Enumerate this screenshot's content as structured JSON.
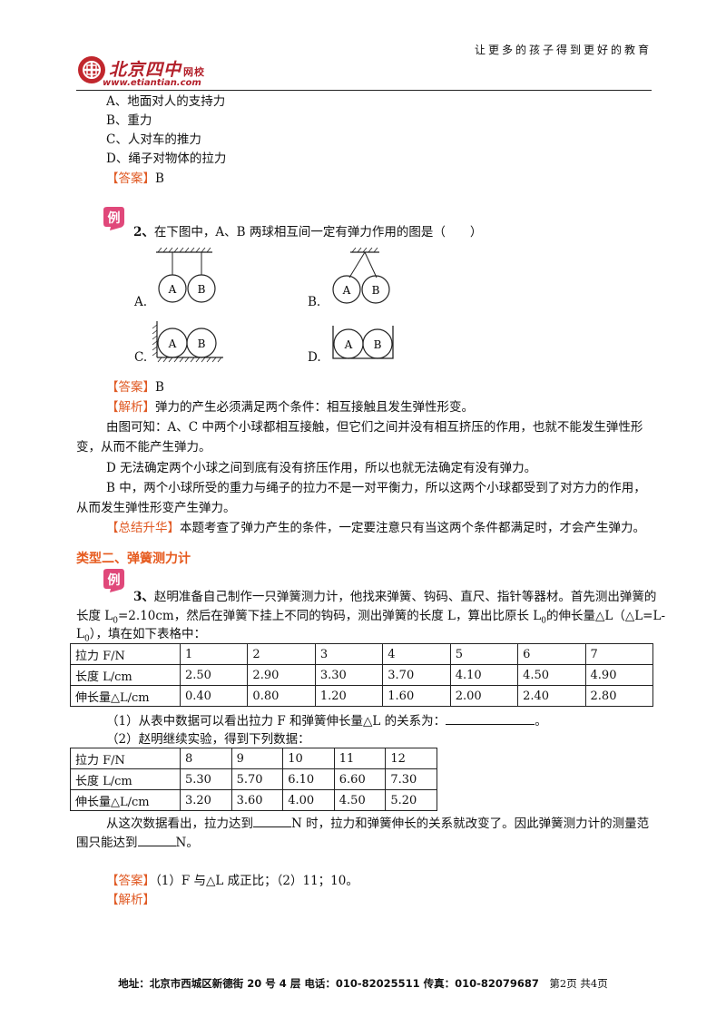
{
  "header": {
    "logo_name": "北京四中",
    "logo_sub": "网校",
    "logo_url": "www.etiantian.com",
    "slogan": "让更多的孩子得到更好的教育"
  },
  "q1": {
    "options": [
      "A、地面对人的支持力",
      "B、重力",
      "C、人对车的推力",
      "D、绳子对物体的拉力"
    ],
    "answer_tag": "【答案】",
    "answer": "B"
  },
  "q2": {
    "badge": "例",
    "number": "2、",
    "stem": "在下图中，A、B 两球相互间一定有弹力作用的图是（　　）",
    "figure_labels": [
      "A.",
      "B.",
      "C.",
      "D."
    ],
    "ball_a": "A",
    "ball_b": "B",
    "answer_tag": "【答案】",
    "answer": "B",
    "analysis_tag": "【解析】",
    "analysis": [
      "弹力的产生必须满足两个条件：相互接触且发生弹性形变。",
      "由图可知：A、C 中两个小球都相互接触，但它们之间并没有相互挤压的作用，也就不能发生弹性形",
      "变，从而不能产生弹力。",
      "D 无法确定两个小球之间到底有没有挤压作用，所以也就无法确定有没有弹力。",
      "B 中，两个小球所受的重力与绳子的拉力不是一对平衡力，所以这两个小球都受到了对方力的作用，",
      "从而发生弹性形变产生弹力。"
    ],
    "summary_tag": "【总结升华】",
    "summary": "本题考查了弹力产生的条件，一定要注意只有当这两个条件都满足时，才会产生弹力。"
  },
  "section2": {
    "title": "类型二、弹簧测力计"
  },
  "q3": {
    "badge": "例",
    "number": "3、",
    "stem_1": "赵明准备自己制作一只弹簧测力计，他找来弹簧、钩码、直尺、指针等器材。首先测出弹簧的",
    "stem_2a": "长度 L",
    "stem_2b": "=2.10cm，然后在弹簧下挂上不同的钩码，测出弹簧的长度 L，算出比原长 L",
    "stem_2c": "的伸长量△L（△L=L-",
    "stem_3a": "L",
    "stem_3b": "），填在如下表格中：",
    "subscript_zero": "0",
    "table1": {
      "rows": [
        [
          "拉力 F/N",
          "1",
          "2",
          "3",
          "4",
          "5",
          "6",
          "7"
        ],
        [
          "长度 L/cm",
          "2.50",
          "2.90",
          "3.30",
          "3.70",
          "4.10",
          "4.50",
          "4.90"
        ],
        [
          "伸长量△L/cm",
          "0.40",
          "0.80",
          "1.20",
          "1.60",
          "2.00",
          "2.40",
          "2.80"
        ]
      ]
    },
    "sub1": "（1）从表中数据可以看出拉力 F 和弹簧伸长量△L 的关系为：",
    "sub1_end": "。",
    "sub2": "（2）赵明继续实验，得到下列数据：",
    "table2": {
      "rows": [
        [
          "拉力 F/N",
          "8",
          "9",
          "10",
          "11",
          "12"
        ],
        [
          "长度 L/cm",
          "5.30",
          "5.70",
          "6.10",
          "6.60",
          "7.30"
        ],
        [
          "伸长量△L/cm",
          "3.20",
          "3.60",
          "4.00",
          "4.50",
          "5.20"
        ]
      ]
    },
    "conclusion_1a": "从这次数据看出，拉力达到",
    "conclusion_1b": "N 时，拉力和弹簧伸长的关系就改变了。因此弹簧测力计的测量范",
    "conclusion_2a": "围只能达到",
    "conclusion_2b": "N。",
    "answer_tag": "【答案】",
    "answer": "（1）F 与△L 成正比；（2）11；10。",
    "analysis_tag": "【解析】"
  },
  "footer": {
    "address": "地址：北京市西城区新德街 20 号 4 层  电话：010-82025511  传真：010-82079687",
    "page": "第2页  共4页"
  },
  "colors": {
    "accent": "#e05a24",
    "logo": "#b3202a"
  }
}
